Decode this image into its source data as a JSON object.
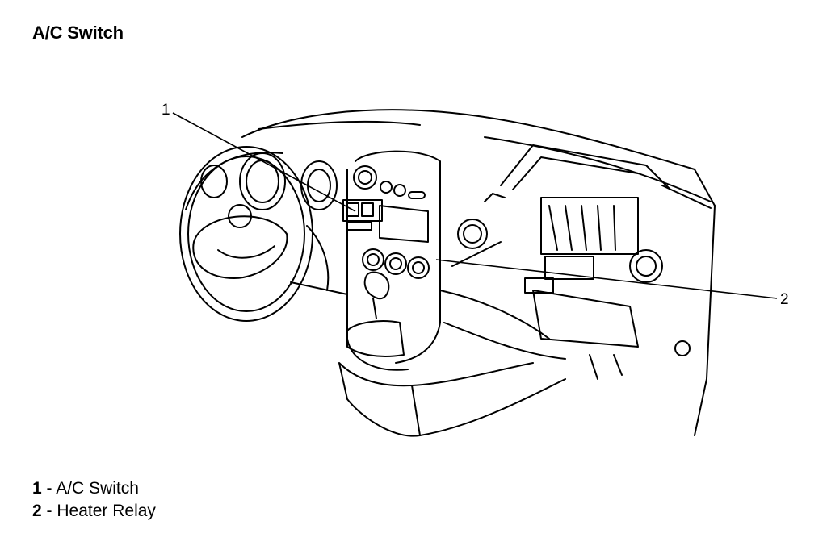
{
  "title": "A/C Switch",
  "callouts": [
    {
      "number": "1",
      "label": "A/C Switch"
    },
    {
      "number": "2",
      "label": "Heater Relay"
    }
  ],
  "legend_separator": " - "
}
